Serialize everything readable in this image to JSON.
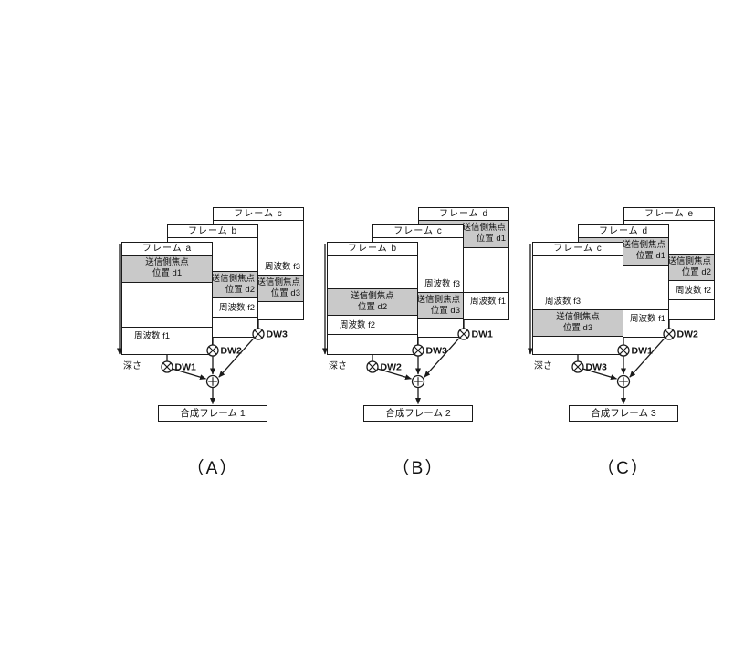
{
  "colors": {
    "focal_band_gray": "#c9c9c9",
    "line_black": "#1a1a1a",
    "background": "#ffffff"
  },
  "panels": [
    {
      "letter": "（A）",
      "depth_label": "深さ",
      "output_label": "合成フレーム 1",
      "frames": {
        "back": {
          "title": "フレーム c",
          "freq": "周波数 f3",
          "focal_line1": "送信側焦点",
          "focal_line2": "位置 d3"
        },
        "mid": {
          "title": "フレーム b",
          "freq": "周波数 f2",
          "focal_line1": "送信側焦点",
          "focal_line2": "位置 d2"
        },
        "front": {
          "title": "フレーム a",
          "freq": "周波数 f1",
          "focal_line1": "送信側焦点",
          "focal_line2": "位置 d1"
        }
      },
      "weights": {
        "front": "DW1",
        "mid": "DW2",
        "back": "DW3"
      }
    },
    {
      "letter": "（B）",
      "depth_label": "深さ",
      "output_label": "合成フレーム 2",
      "frames": {
        "back": {
          "title": "フレーム d",
          "freq": "周波数 f1",
          "focal_line1": "送信側焦点",
          "focal_line2": "位置 d1"
        },
        "mid": {
          "title": "フレーム c",
          "freq": "周波数 f3",
          "focal_line1": "送信側焦点",
          "focal_line2": "位置 d3"
        },
        "front": {
          "title": "フレーム b",
          "freq": "周波数 f2",
          "focal_line1": "送信側焦点",
          "focal_line2": "位置 d2"
        }
      },
      "weights": {
        "front": "DW2",
        "mid": "DW3",
        "back": "DW1"
      }
    },
    {
      "letter": "（C）",
      "depth_label": "深さ",
      "output_label": "合成フレーム 3",
      "frames": {
        "back": {
          "title": "フレーム e",
          "freq": "周波数 f2",
          "focal_line1": "送信側焦点",
          "focal_line2": "位置 d2"
        },
        "mid": {
          "title": "フレーム d",
          "freq": "周波数 f1",
          "focal_line1": "送信側焦点",
          "focal_line2": "位置 d1"
        },
        "front": {
          "title": "フレーム c",
          "freq": "周波数 f3",
          "focal_line1": "送信側焦点",
          "focal_line2": "位置 d3"
        }
      },
      "weights": {
        "front": "DW3",
        "mid": "DW1",
        "back": "DW2"
      }
    }
  ]
}
